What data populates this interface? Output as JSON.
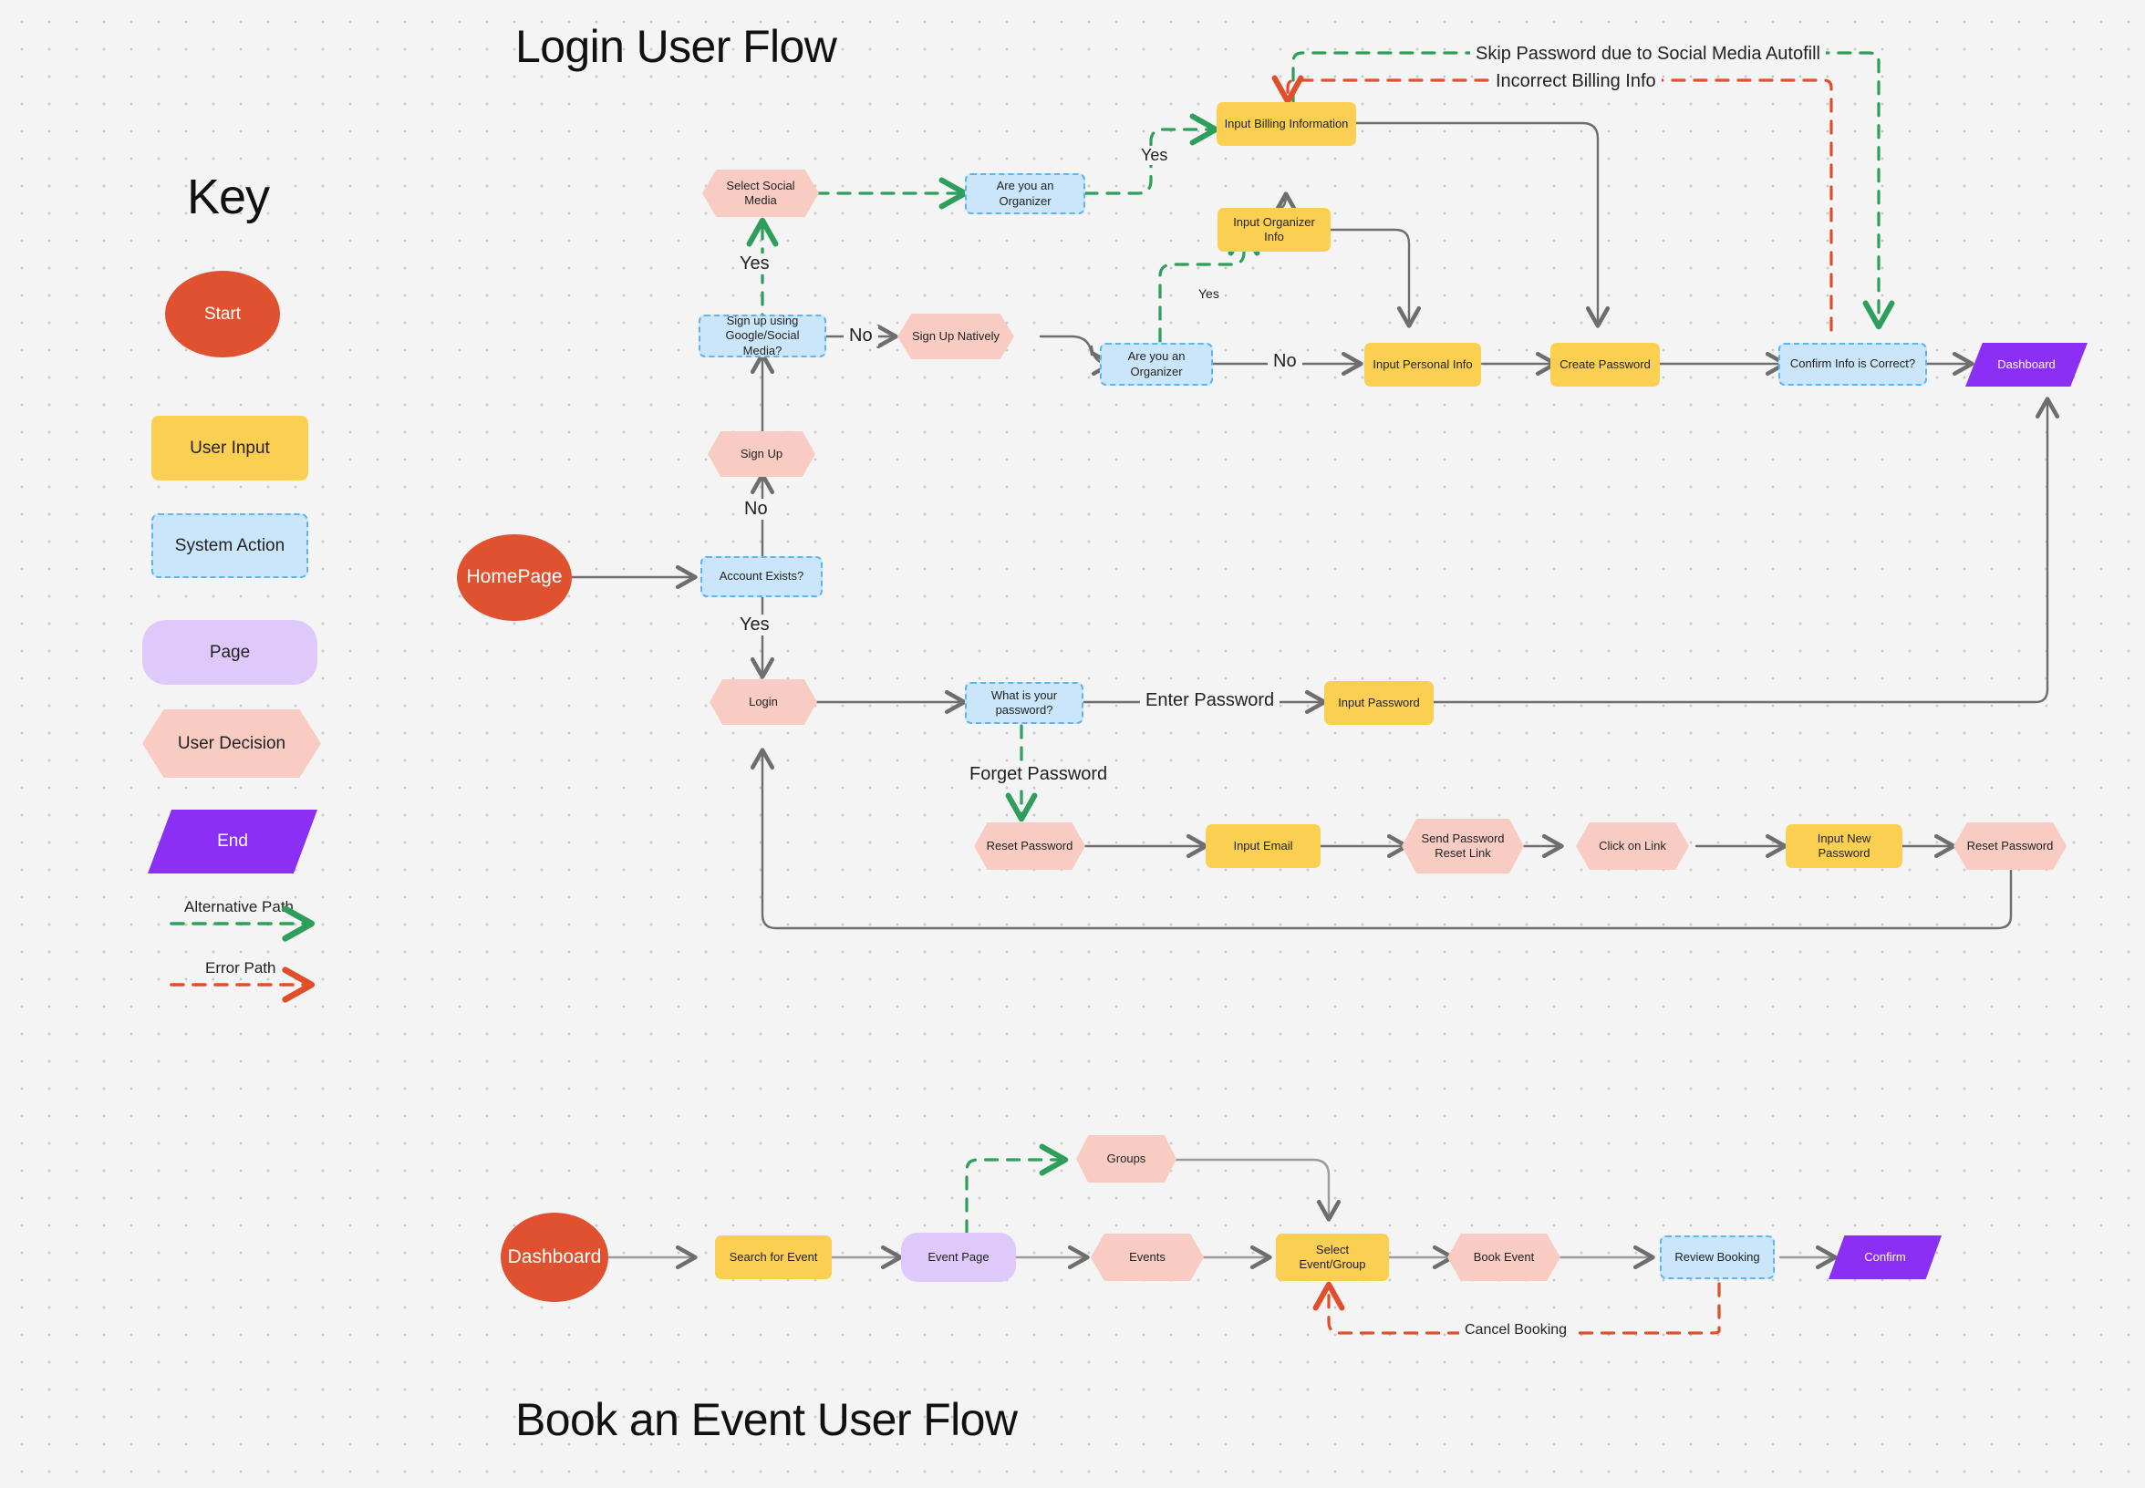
{
  "titles": {
    "login_flow": "Login User Flow",
    "book_flow": "Book an Event User Flow",
    "key": "Key"
  },
  "key": {
    "items": [
      {
        "label": "Start",
        "shape": "circle"
      },
      {
        "label": "User Input",
        "shape": "rect-yellow"
      },
      {
        "label": "System Action",
        "shape": "rect-dashed-blue"
      },
      {
        "label": "Page",
        "shape": "rounded-purple"
      },
      {
        "label": "User Decision",
        "shape": "hexagon-pink"
      },
      {
        "label": "End",
        "shape": "parallelogram-purple"
      }
    ],
    "legend_lines": [
      {
        "label": "Alternative Path",
        "color": "#2e9e5b",
        "style": "dashed"
      },
      {
        "label": "Error Path",
        "color": "#e04f2a",
        "style": "dashed"
      }
    ]
  },
  "colors": {
    "start": "#e0512f",
    "user_input": "#fbcf52",
    "system_action_fill": "#cbe6fa",
    "system_action_border": "#5cb5ef",
    "page": "#dfc9fb",
    "user_decision": "#f9ccc3",
    "end": "#8c2ff5",
    "alternative_path": "#2e9e5b",
    "error_path": "#e04f2a",
    "default_connector": "#6e6e6e",
    "background": "#f4f4f4"
  },
  "login_flow": {
    "nodes": [
      {
        "id": "homepage",
        "label": "HomePage",
        "type": "start"
      },
      {
        "id": "account_exists",
        "label": "Account Exists?",
        "type": "system"
      },
      {
        "id": "signup",
        "label": "Sign Up",
        "type": "decision"
      },
      {
        "id": "signup_social_q",
        "label": "Sign up using Google/Social Media?",
        "type": "system"
      },
      {
        "id": "select_social",
        "label": "Select Social Media",
        "type": "decision"
      },
      {
        "id": "organizer_a",
        "label": "Are you an Organizer",
        "type": "system"
      },
      {
        "id": "signup_natively",
        "label": "Sign Up Natively",
        "type": "decision"
      },
      {
        "id": "organizer_b",
        "label": "Are you an Organizer",
        "type": "system"
      },
      {
        "id": "input_billing",
        "label": "Input Billing Information",
        "type": "input"
      },
      {
        "id": "input_organizer",
        "label": "Input Organizer Info",
        "type": "input"
      },
      {
        "id": "input_personal",
        "label": "Input Personal Info",
        "type": "input"
      },
      {
        "id": "create_password",
        "label": "Create Password",
        "type": "input"
      },
      {
        "id": "confirm_info",
        "label": "Confirm Info is Correct?",
        "type": "system"
      },
      {
        "id": "dashboard_end",
        "label": "Dashboard",
        "type": "end"
      },
      {
        "id": "login",
        "label": "Login",
        "type": "decision"
      },
      {
        "id": "what_password",
        "label": "What is your password?",
        "type": "system"
      },
      {
        "id": "input_password",
        "label": "Input Password",
        "type": "input"
      },
      {
        "id": "reset_password",
        "label": "Reset Password",
        "type": "decision"
      },
      {
        "id": "input_email",
        "label": "Input Email",
        "type": "input"
      },
      {
        "id": "send_reset_link",
        "label": "Send Password Reset Link",
        "type": "decision"
      },
      {
        "id": "click_link",
        "label": "Click on Link",
        "type": "decision"
      },
      {
        "id": "input_new_pw",
        "label": "Input New Password",
        "type": "input"
      },
      {
        "id": "reset_password2",
        "label": "Reset Password",
        "type": "decision"
      }
    ],
    "edge_labels": [
      {
        "text": "Yes",
        "for": "account_exists-to-login"
      },
      {
        "text": "No",
        "for": "account_exists-to-signup"
      },
      {
        "text": "Yes",
        "for": "signup_social_q-to-select_social"
      },
      {
        "text": "No",
        "for": "signup_social_q-to-signup_natively"
      },
      {
        "text": "Yes",
        "for": "organizer_a-to-input_billing"
      },
      {
        "text": "Yes",
        "for": "organizer_b-to-input_organizer"
      },
      {
        "text": "No",
        "for": "organizer_b-to-input_personal"
      },
      {
        "text": "Enter Password",
        "for": "what_password-to-input_password"
      },
      {
        "text": "Forget Password",
        "for": "what_password-to-reset_password"
      },
      {
        "text": "Skip Password due to Social Media Autofill",
        "for": "input_billing-to-confirm_info"
      },
      {
        "text": "Incorrect Billing Info",
        "for": "confirm_info-to-input_billing"
      }
    ]
  },
  "book_flow": {
    "nodes": [
      {
        "id": "dashboard_start",
        "label": "Dashboard",
        "type": "start"
      },
      {
        "id": "search_event",
        "label": "Search for Event",
        "type": "input"
      },
      {
        "id": "event_page",
        "label": "Event Page",
        "type": "page"
      },
      {
        "id": "groups",
        "label": "Groups",
        "type": "decision"
      },
      {
        "id": "events",
        "label": "Events",
        "type": "decision"
      },
      {
        "id": "select_event",
        "label": "Select Event/Group",
        "type": "input"
      },
      {
        "id": "book_event",
        "label": "Book Event",
        "type": "decision"
      },
      {
        "id": "review_booking",
        "label": "Review Booking",
        "type": "system"
      },
      {
        "id": "confirm",
        "label": "Confirm",
        "type": "end"
      }
    ],
    "edge_labels": [
      {
        "text": "Cancel Booking",
        "for": "review_booking-to-select_event"
      }
    ]
  }
}
